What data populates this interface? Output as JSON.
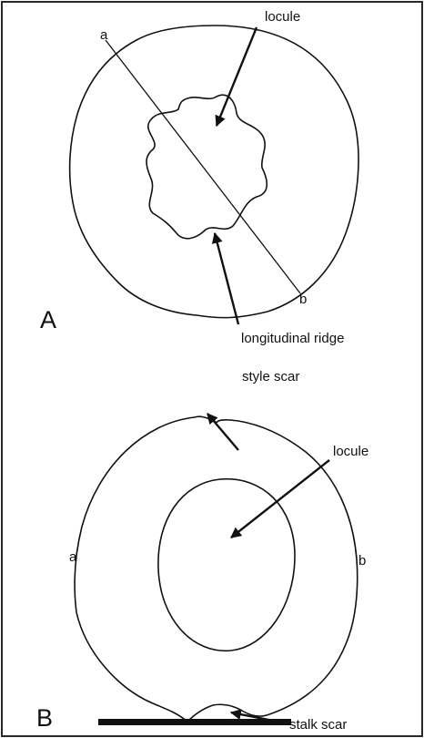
{
  "panel_a": {
    "panel_label": "A",
    "endpoint_a": "a",
    "endpoint_b": "b",
    "locule_label": "locule",
    "ridge_label": "longitudinal ridge"
  },
  "panel_b": {
    "panel_label": "B",
    "endpoint_a": "a",
    "endpoint_b": "b",
    "style_scar_label": "style scar",
    "locule_label": "locule",
    "stalk_scar_label": "stalk scar"
  },
  "colors": {
    "line": "#111111",
    "background": "#ffffff"
  }
}
